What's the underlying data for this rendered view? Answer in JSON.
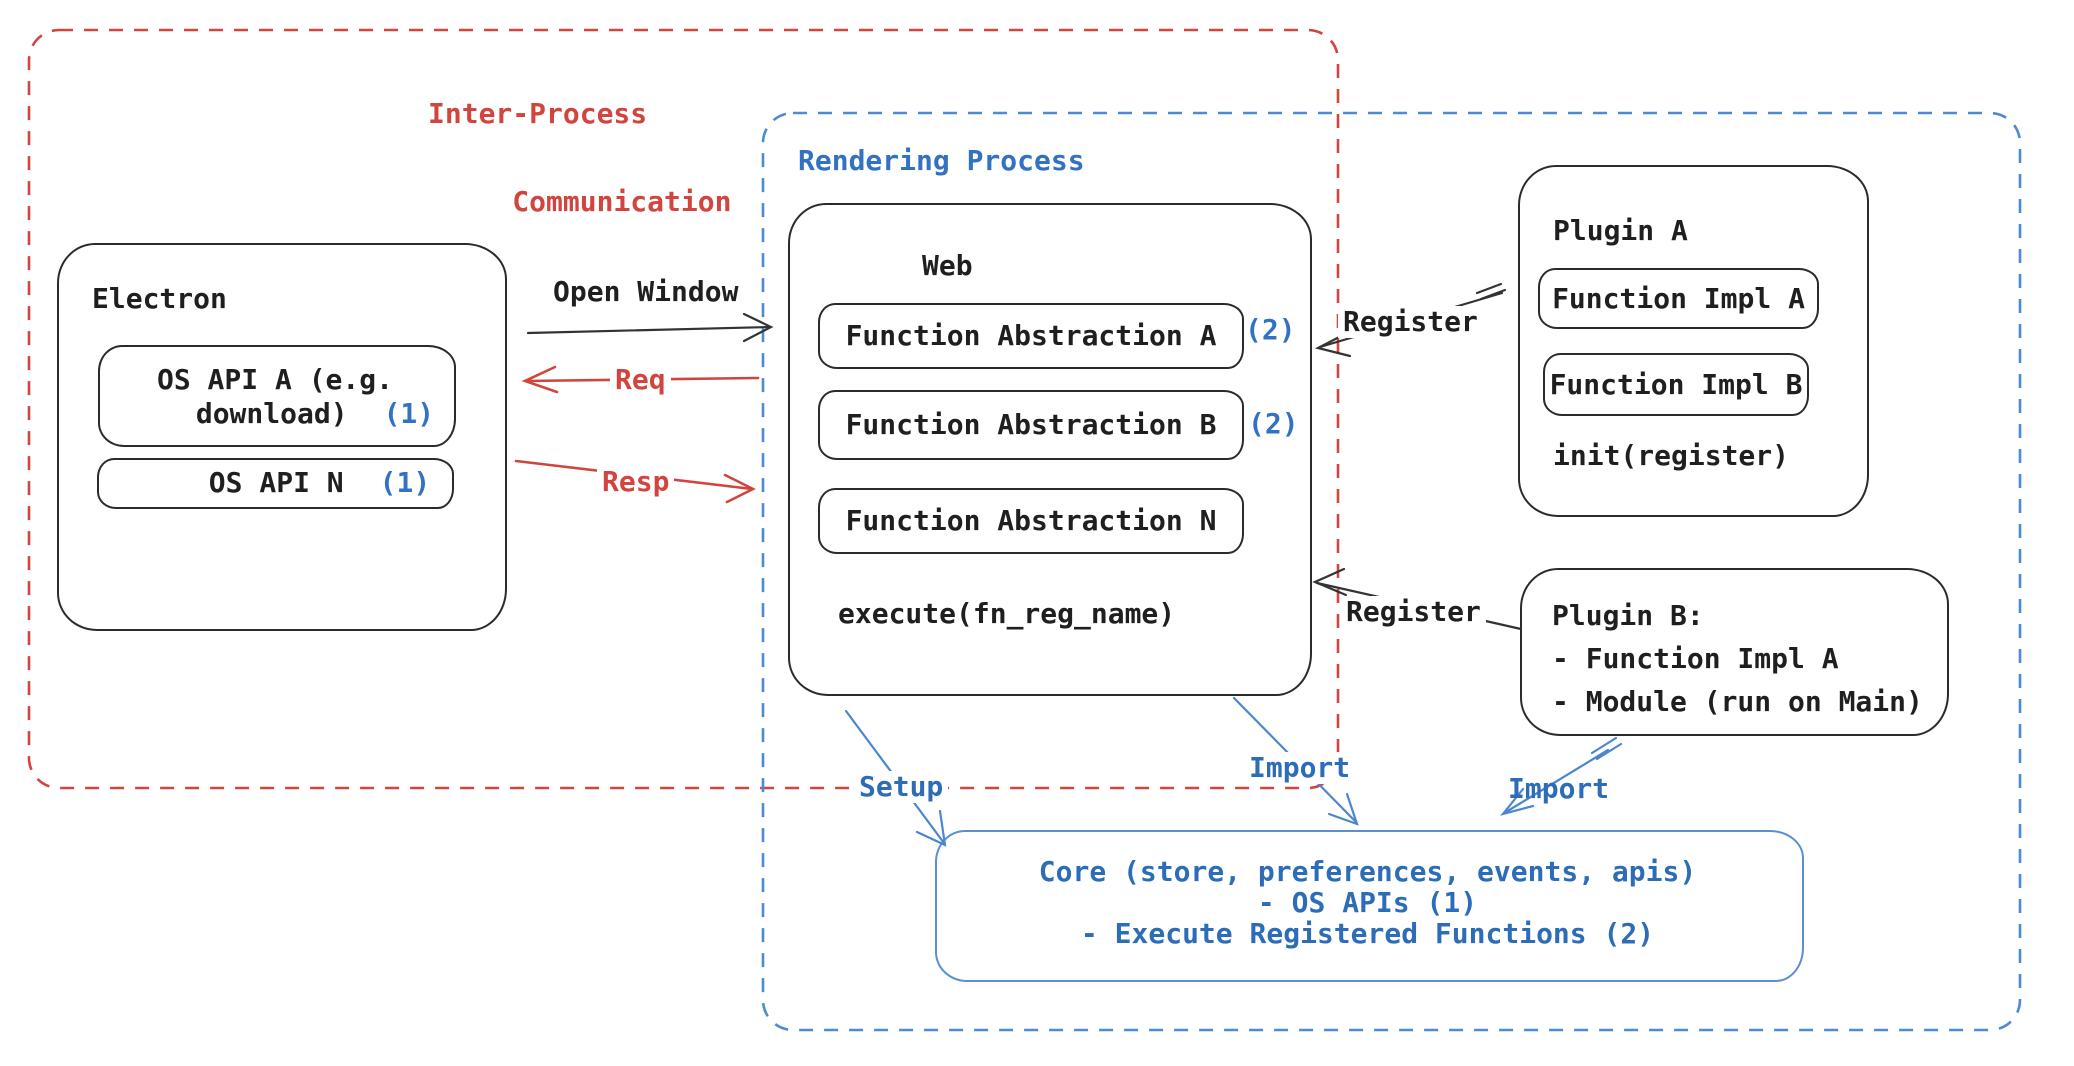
{
  "colors": {
    "red_accent": "#d2453e",
    "blue_accent": "#3272c3",
    "blue_border": "#4c8bd2",
    "ink": "#1f1f1f"
  },
  "ipc_region": {
    "title_line1": "Inter-Process",
    "title_line2": "Communication"
  },
  "rendering_region": {
    "title": "Rendering Process"
  },
  "electron": {
    "title": "Electron",
    "api_a": {
      "line1": "OS API A (e.g.",
      "line2": "download)",
      "ref": "(1)"
    },
    "api_n": {
      "label": "OS API N",
      "ref": "(1)"
    }
  },
  "web": {
    "title": "Web",
    "abstractions": [
      {
        "label": "Function Abstraction A",
        "ref": "(2)"
      },
      {
        "label": "Function Abstraction B",
        "ref": "(2)"
      },
      {
        "label": "Function Abstraction N",
        "ref": ""
      }
    ],
    "execute": "execute(fn_reg_name)"
  },
  "plugin_a": {
    "title": "Plugin A",
    "impl_a": "Function Impl A",
    "impl_b": "Function Impl B",
    "init": "init(register)"
  },
  "plugin_b": {
    "title": "Plugin B:",
    "line1": "- Function Impl A",
    "line2": "- Module (run on Main)"
  },
  "core": {
    "line1": "Core (store, preferences, events, apis)",
    "line2": "- OS APIs (1)",
    "line3": "- Execute Registered Functions (2)"
  },
  "arrows": {
    "open_window": "Open Window",
    "req": "Req",
    "resp": "Resp",
    "register_plugin_a": "Register",
    "register_plugin_b": "Register",
    "setup": "Setup",
    "import_web": "Import",
    "import_plugin": "Import"
  }
}
